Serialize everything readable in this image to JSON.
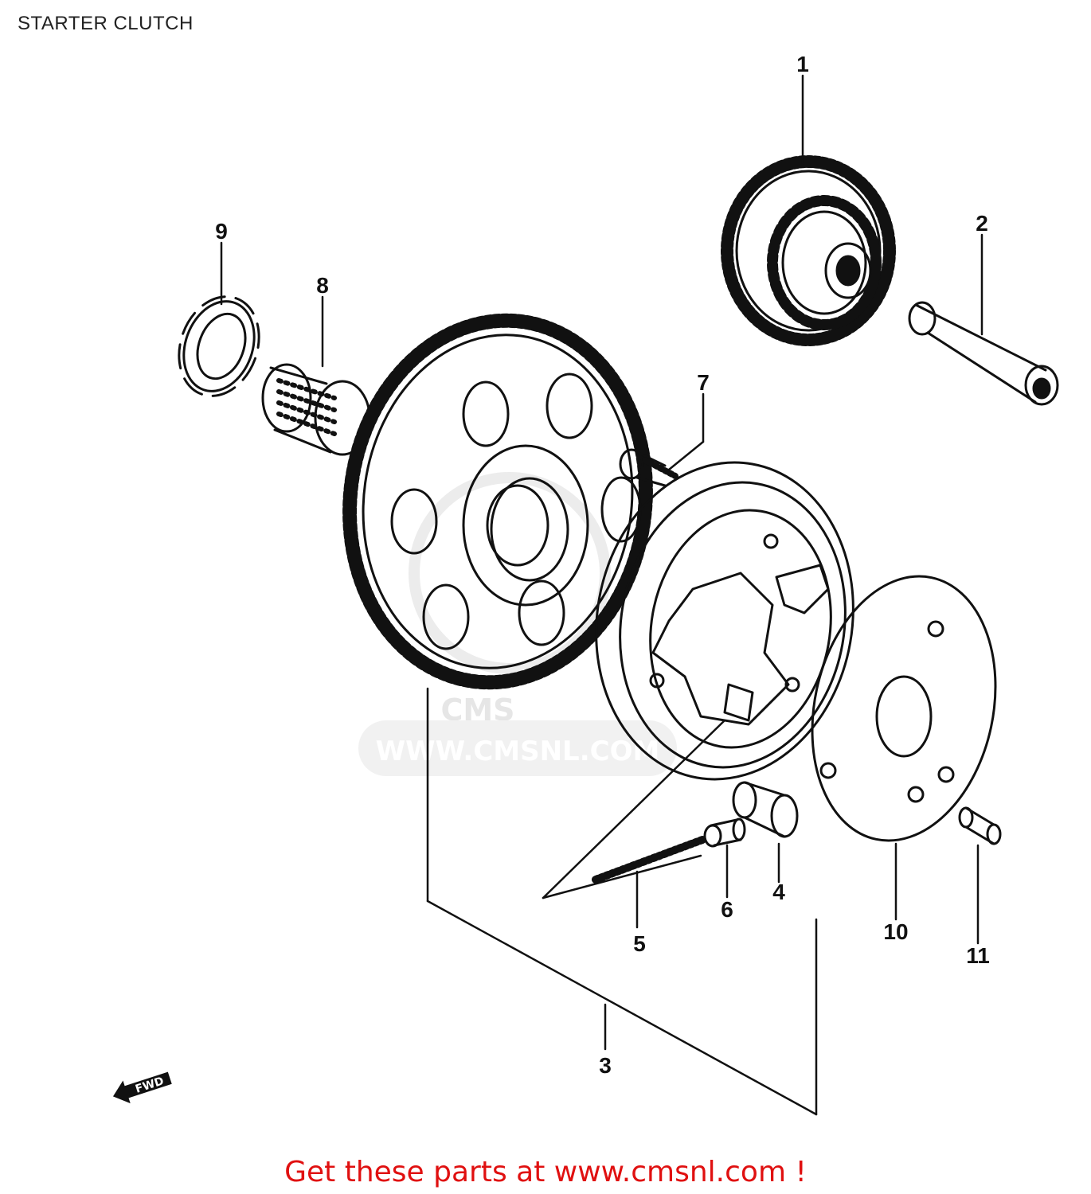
{
  "title": "STARTER CLUTCH",
  "watermark": {
    "site": "WWW.CMSNL.COM",
    "logo": "CMS"
  },
  "forward_arrow_label": "FWD",
  "parts": [
    {
      "number": "1"
    },
    {
      "number": "2"
    },
    {
      "number": "3"
    },
    {
      "number": "4"
    },
    {
      "number": "5"
    },
    {
      "number": "6"
    },
    {
      "number": "7"
    },
    {
      "number": "8"
    },
    {
      "number": "9"
    },
    {
      "number": "10"
    },
    {
      "number": "11"
    }
  ],
  "cta": "Get these parts at www.cmsnl.com !",
  "colors": {
    "line": "#111111",
    "cta": "#e01010",
    "watermark": "#e6e6e6"
  }
}
